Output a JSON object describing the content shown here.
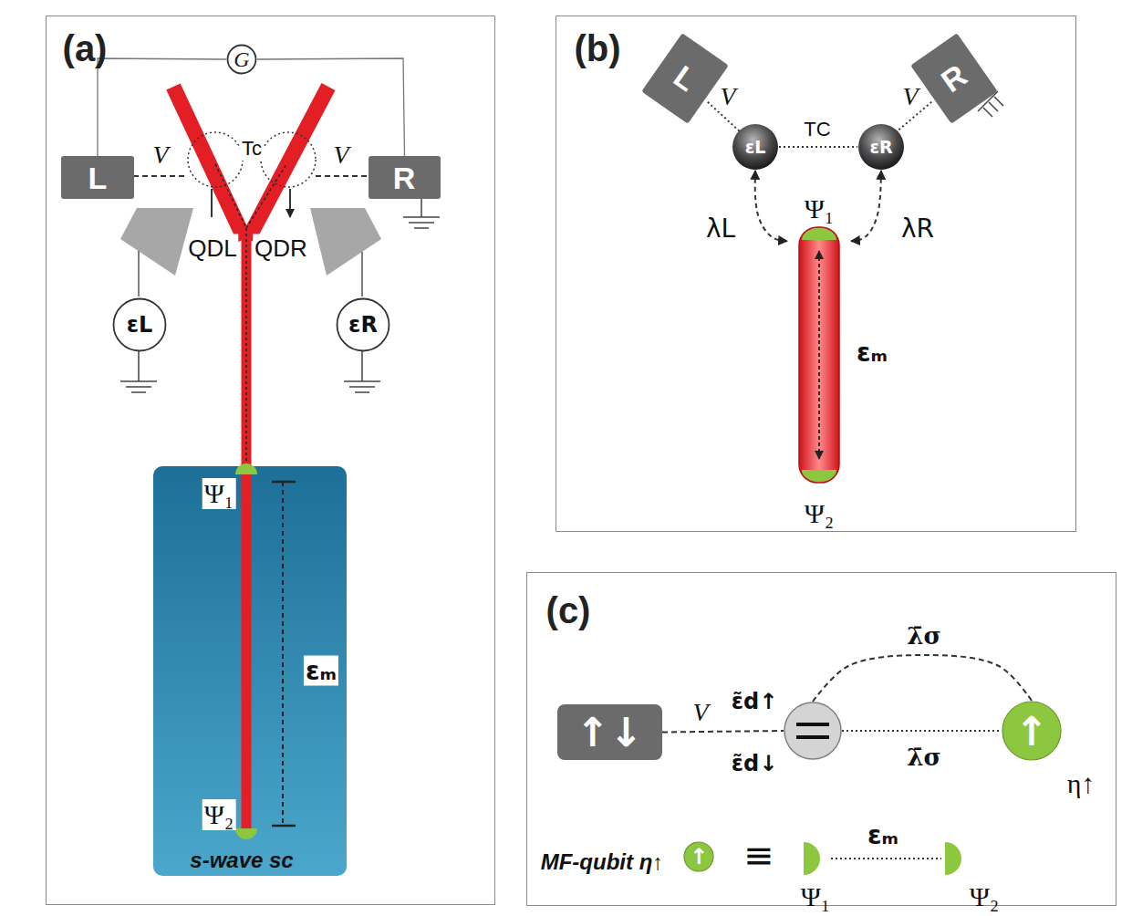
{
  "diagram": {
    "nodes": [
      {
        "text": [
          "(a)"
        ]
      },
      {
        "text": [
          "G"
        ],
        "in": 0
      },
      {
        "text": [
          "L"
        ],
        "in": 0
      },
      {
        "text": [
          "R"
        ],
        "in": 0
      },
      {
        "text": [
          "εL"
        ],
        "in": 0
      },
      {
        "text": [
          "εR"
        ],
        "in": 0
      },
      {
        "text": [
          "s-wave sc"
        ],
        "in": 0
      },
      {
        "text": [
          "(b)"
        ]
      },
      {
        "text": [
          "L"
        ],
        "in": 7
      },
      {
        "text": [
          "εL"
        ],
        "in": 7
      },
      {
        "text": [
          "εR"
        ],
        "in": 7
      },
      {
        "text": [
          "R"
        ],
        "in": 7
      },
      {
        "text": [
          "Ψ₁",
          "εₘ",
          "Ψ₂"
        ],
        "in": 7
      },
      {
        "text": [
          "(c)"
        ]
      },
      {
        "text": [
          "↑↓"
        ],
        "in": 13
      },
      {
        "text": [
          "ε̃d↑",
          "ε̃d↓"
        ],
        "in": 13
      },
      {
        "text": [
          "↑",
          "η↑"
        ],
        "in": 13
      },
      {
        "text": [
          "↑"
        ],
        "in": 13
      },
      {
        "text": [
          "Ψ₁"
        ],
        "in": 13
      },
      {
        "text": [
          "Ψ₂"
        ],
        "in": 13
      }
    ],
    "edges": [
      {
        "from": 1,
        "to": 2,
        "arrow": "none"
      },
      {
        "from": 1,
        "to": 3,
        "arrow": "none"
      },
      {
        "from": 8,
        "to": 9,
        "label": "V",
        "arrow": "none"
      },
      {
        "from": 9,
        "to": 10,
        "label": "TC",
        "arrow": "none"
      },
      {
        "from": 10,
        "to": 11,
        "label": "V",
        "arrow": "none"
      },
      {
        "from": 9,
        "to": 12,
        "label": "λL",
        "arrow": "both"
      },
      {
        "from": 10,
        "to": 12,
        "label": "λR",
        "arrow": "both"
      },
      {
        "from": 14,
        "to": 15,
        "label": "V",
        "arrow": "none"
      },
      {
        "from": 15,
        "to": 16,
        "label": "λ̄σ",
        "arrow": "none"
      },
      {
        "from": 15,
        "to": 16,
        "label": "λ̄σ",
        "arrow": "none"
      },
      {
        "from": 18,
        "to": 19,
        "label": "εₘ",
        "arrow": "none"
      }
    ],
    "labels": [
      "V",
      "Tc",
      "V",
      "QDL",
      "QDR",
      "Ψ₁",
      "Ψ₂",
      "εₘ",
      "MF-qubit η↑",
      "≡"
    ]
  }
}
